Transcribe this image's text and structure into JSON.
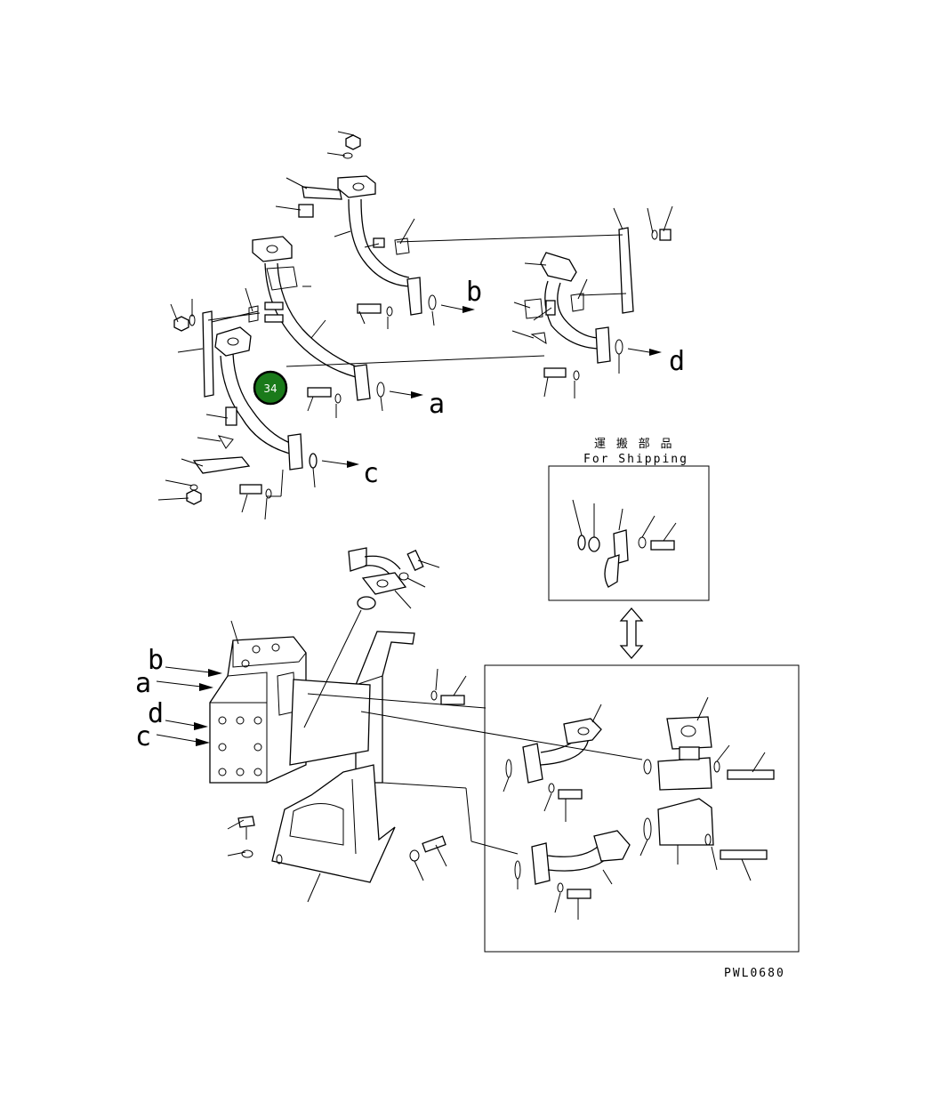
{
  "labels": {
    "a": "a",
    "b": "b",
    "c": "c",
    "d": "d",
    "a2": "a",
    "b2": "b",
    "c2": "c",
    "d2": "d"
  },
  "shipping": {
    "title_jp": "運 搬 部 品",
    "title_en": "For Shipping"
  },
  "callout": {
    "number": "34",
    "color": "#1a7a1a"
  },
  "figure_code": "PWL0680"
}
